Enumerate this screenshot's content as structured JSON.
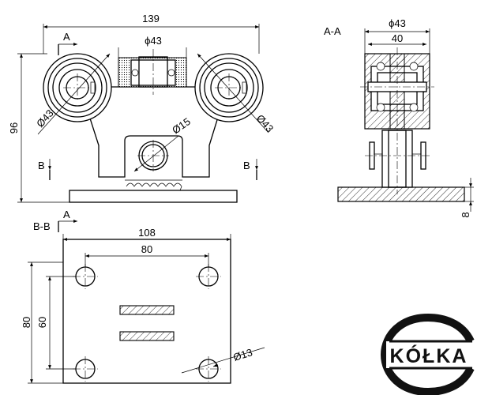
{
  "views": {
    "front": {
      "dim_width": "139",
      "dim_height": "96",
      "dia_left_wheel": "Ø43",
      "dia_right_wheel": "Ø43",
      "dia_center_wheel": "ϕ43",
      "dia_axle": "Ø15",
      "section_a": "A",
      "section_b_left": "B",
      "section_b_right": "B"
    },
    "section_aa": {
      "title": "A-A",
      "dim_outer": "ϕ43",
      "dim_inner": "40",
      "dim_plate": "8"
    },
    "section_bb": {
      "title": "B-B",
      "section_a": "A",
      "dim_width": "108",
      "dim_holes_x": "80",
      "dim_height": "80",
      "dim_holes_y": "60",
      "dia_hole": "Ø13"
    }
  },
  "logo": {
    "text": "KÓŁKA"
  }
}
